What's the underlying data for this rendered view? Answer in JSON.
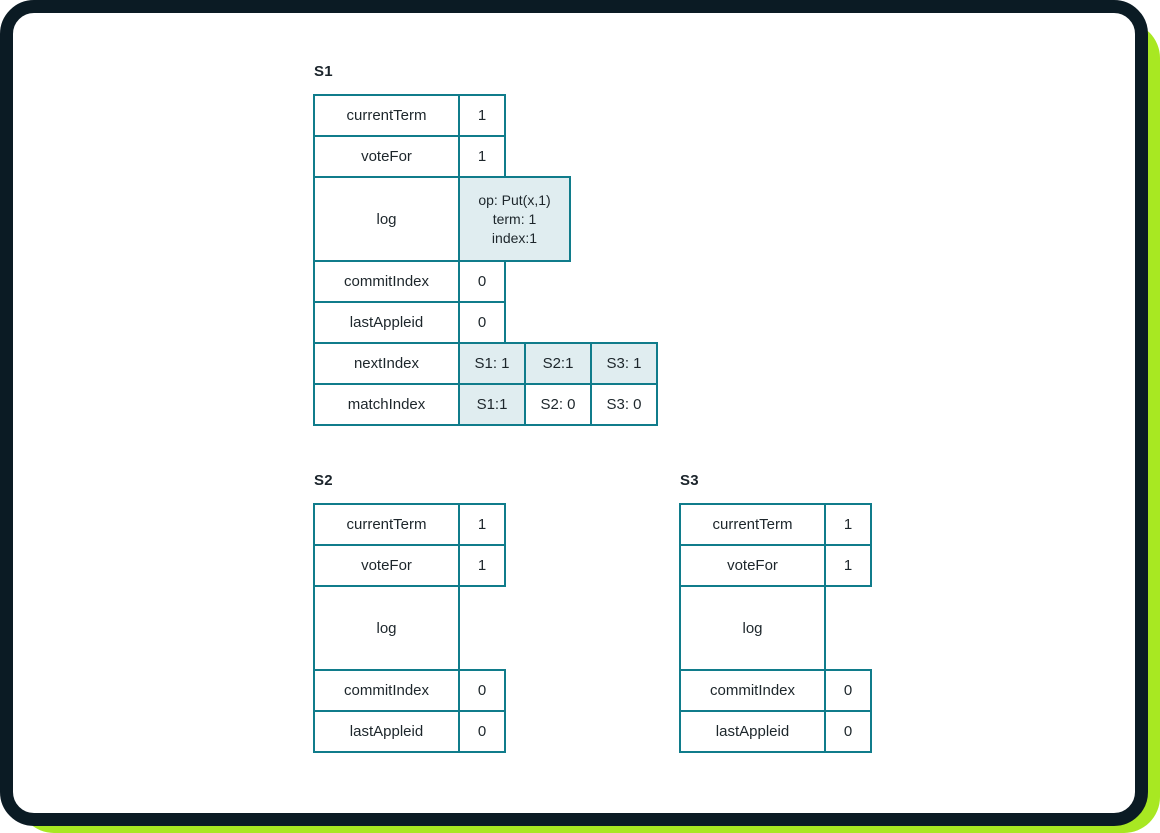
{
  "colors": {
    "frame_dark": "#0b1b24",
    "accent_green": "#a8e822",
    "table_border": "#107c8b",
    "cell_highlight": "#e0edf0",
    "text": "#1d262b"
  },
  "tables": [
    {
      "title": "S1",
      "rows": [
        {
          "type": "kv",
          "label": "currentTerm",
          "cells": [
            {
              "text": "1"
            }
          ]
        },
        {
          "type": "kv",
          "label": "voteFor",
          "cells": [
            {
              "text": "1"
            }
          ]
        },
        {
          "type": "log",
          "label": "log",
          "cells": [
            {
              "lines": [
                "op: Put(x,1)",
                "term: 1",
                "index:1"
              ],
              "highlight": true
            }
          ]
        },
        {
          "type": "kv",
          "label": "commitIndex",
          "cells": [
            {
              "text": "0"
            }
          ]
        },
        {
          "type": "kv",
          "label": "lastAppleid",
          "cells": [
            {
              "text": "0"
            }
          ]
        },
        {
          "type": "multi",
          "label": "nextIndex",
          "cells": [
            {
              "text": "S1: 1",
              "highlight": true
            },
            {
              "text": "S2:1",
              "highlight": true
            },
            {
              "text": "S3: 1",
              "highlight": true
            }
          ]
        },
        {
          "type": "multi",
          "label": "matchIndex",
          "cells": [
            {
              "text": "S1:1",
              "highlight": true
            },
            {
              "text": "S2: 0"
            },
            {
              "text": "S3: 0"
            }
          ]
        }
      ]
    },
    {
      "title": "S2",
      "rows": [
        {
          "type": "kv",
          "label": "currentTerm",
          "cells": [
            {
              "text": "1"
            }
          ]
        },
        {
          "type": "kv",
          "label": "voteFor",
          "cells": [
            {
              "text": "1"
            }
          ]
        },
        {
          "type": "log",
          "label": "log",
          "cells": []
        },
        {
          "type": "kv",
          "label": "commitIndex",
          "cells": [
            {
              "text": "0"
            }
          ]
        },
        {
          "type": "kv",
          "label": "lastAppleid",
          "cells": [
            {
              "text": "0"
            }
          ]
        }
      ]
    },
    {
      "title": "S3",
      "rows": [
        {
          "type": "kv",
          "label": "currentTerm",
          "cells": [
            {
              "text": "1"
            }
          ]
        },
        {
          "type": "kv",
          "label": "voteFor",
          "cells": [
            {
              "text": "1"
            }
          ]
        },
        {
          "type": "log",
          "label": "log",
          "cells": []
        },
        {
          "type": "kv",
          "label": "commitIndex",
          "cells": [
            {
              "text": "0"
            }
          ]
        },
        {
          "type": "kv",
          "label": "lastAppleid",
          "cells": [
            {
              "text": "0"
            }
          ]
        }
      ]
    }
  ]
}
